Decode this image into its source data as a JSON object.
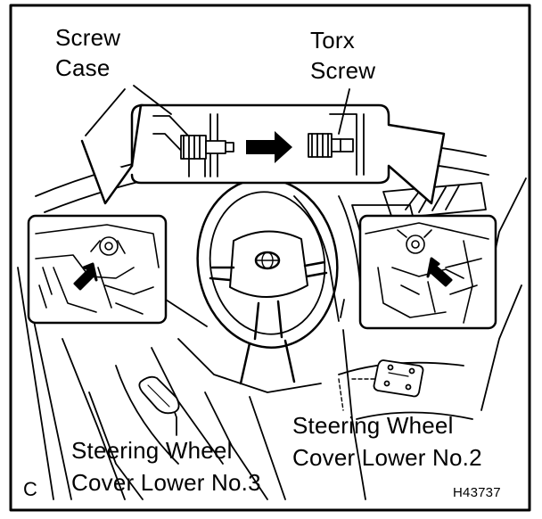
{
  "labels": {
    "screw_case_line1": "Screw",
    "screw_case_line2": "Case",
    "torx_line1": "Torx",
    "torx_line2": "Screw",
    "cover_no3_line1": "Steering Wheel",
    "cover_no3_line2": "Cover Lower No.3",
    "cover_no2_line1": "Steering Wheel",
    "cover_no2_line2": "Cover Lower No.2",
    "corner_letter": "C",
    "figure_code": "H43737"
  },
  "icons": {
    "arrow": "bold-arrow-icon",
    "logo": "steering-wheel-emblem"
  }
}
